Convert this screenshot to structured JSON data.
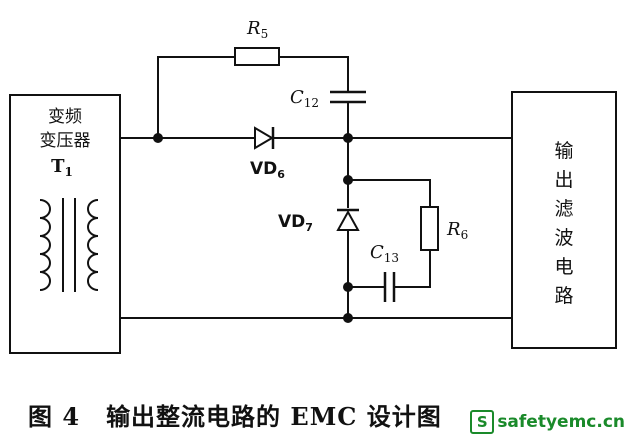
{
  "colors": {
    "ink": "#111111",
    "watermark": "#1a8a2a"
  },
  "components": {
    "transformer": {
      "line1": "变频",
      "line2": "变压器",
      "label": "T",
      "sub": "1"
    },
    "filter_block": {
      "chars": [
        "输",
        "出",
        "滤",
        "波",
        "电",
        "路"
      ]
    },
    "r5": {
      "label": "R",
      "sub": "5"
    },
    "c12": {
      "label": "C",
      "sub": "12"
    },
    "vd6": {
      "label": "VD",
      "sub": "6"
    },
    "vd7": {
      "label": "VD",
      "sub": "7"
    },
    "r6": {
      "label": "R",
      "sub": "6"
    },
    "c13": {
      "label": "C",
      "sub": "13"
    }
  },
  "caption": {
    "number": "图 4",
    "title": "输出整流电路的 EMC 设计图"
  },
  "watermark": {
    "logo": "S",
    "text": "safetyemc.cn"
  }
}
